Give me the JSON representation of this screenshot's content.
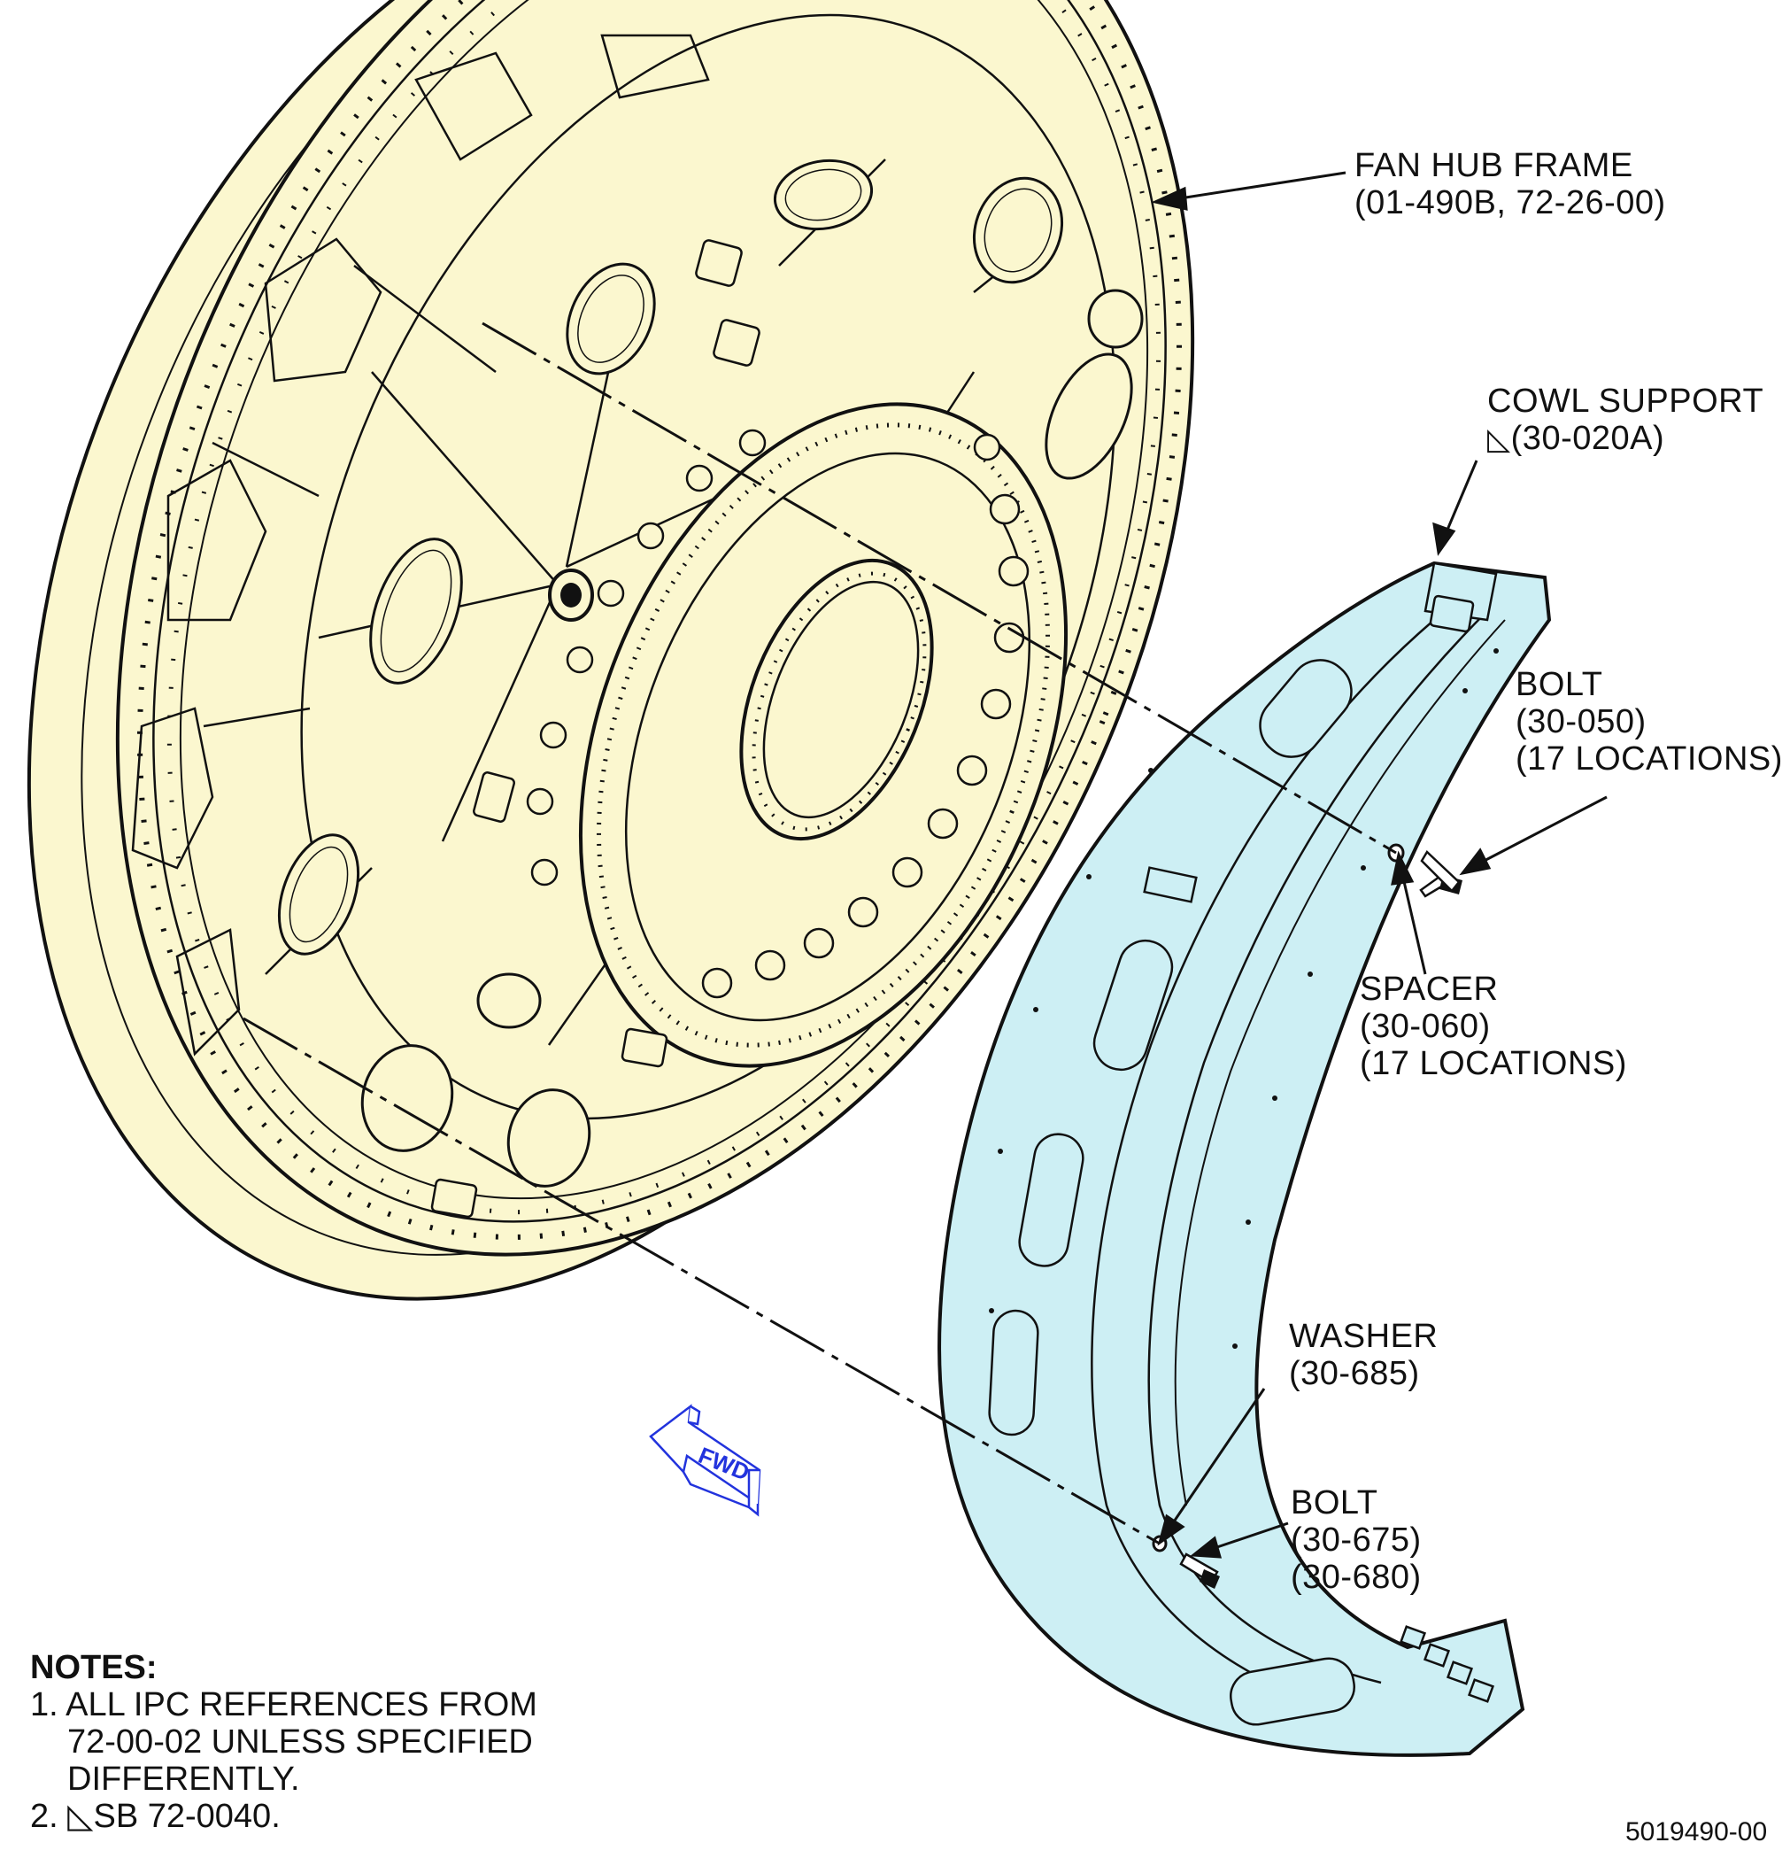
{
  "callouts": {
    "fan_hub_frame": {
      "name": "FAN HUB FRAME",
      "ref": "(01-490B, 72-26-00)"
    },
    "cowl_support": {
      "name": "COWL SUPPORT",
      "ref_prefix": "◺",
      "ref": "(30-020A)"
    },
    "bolt_upper": {
      "name": "BOLT",
      "ref": "(30-050)",
      "qty": "(17 LOCATIONS)"
    },
    "spacer": {
      "name": "SPACER",
      "ref": "(30-060)",
      "qty": "(17 LOCATIONS)"
    },
    "washer": {
      "name": "WASHER",
      "ref": "(30-685)"
    },
    "bolt_lower": {
      "name": "BOLT",
      "ref1": "(30-675)",
      "ref2": "(30-680)"
    }
  },
  "fwd_label": "FWD",
  "notes": {
    "heading": "NOTES:",
    "n1_l1": "1. ALL IPC REFERENCES FROM",
    "n1_l2": "72-00-02 UNLESS SPECIFIED",
    "n1_l3": "DIFFERENTLY.",
    "n2_prefix": "2. ◺",
    "n2_text": "SB 72-0040."
  },
  "drawing_number": "5019490-00",
  "colors": {
    "fan_hub_fill": "#fbf7cf",
    "cowl_support_fill": "#cdeff4",
    "line": "#111111",
    "fwd_arrow": "#2233dd"
  }
}
